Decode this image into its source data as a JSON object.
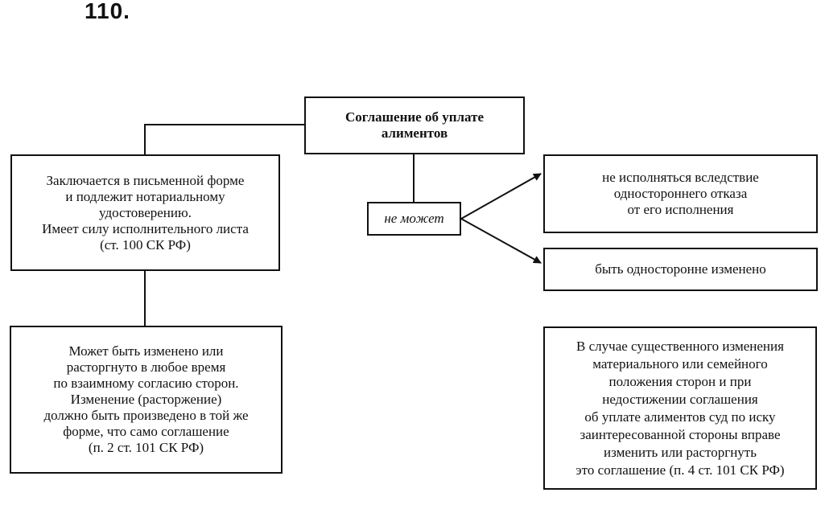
{
  "header": {
    "number": "110."
  },
  "diagram": {
    "title": "Соглашение об уплате\nалиментов",
    "left_top": "Заключается в письменной форме\nи подлежит нотариальному\nудостоверению.\nИмеет силу исполнительного листа\n(ст. 100 СК РФ)",
    "left_bottom": "Может быть изменено или\nрасторгнуто в любое время\nпо взаимному согласию сторон.\nИзменение (расторжение)\nдолжно быть произведено в той же\nформе, что само соглашение\n(п. 2 ст. 101 СК РФ)",
    "middle": "не может",
    "right_top": "не исполняться вследствие\nодностороннего отказа\nот его исполнения",
    "right_middle": "быть односторонне изменено",
    "right_bottom": "В случае существенного изменения\nматериального или семейного\nположения сторон и при\nнедостижении соглашения\nоб уплате алиментов суд по иску\nзаинтересованной стороны вправе\nизменить или расторгнуть\nэто соглашение (п. 4 ст. 101 СК РФ)"
  },
  "colors": {
    "line": "#111111",
    "background": "#ffffff"
  }
}
